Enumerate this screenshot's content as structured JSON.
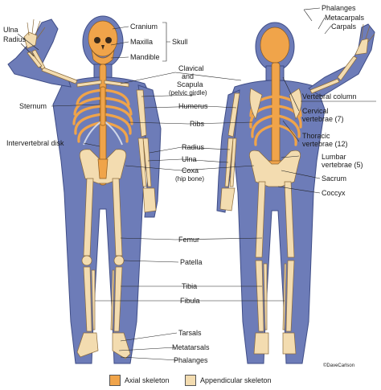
{
  "labels": {
    "ulna_l": "Ulna",
    "radius_l": "Radius",
    "cranium": "Cranium",
    "maxilla": "Maxilla",
    "mandible": "Mandible",
    "skull": "Skull",
    "clavical": "Clavical",
    "and": "and",
    "scapula": "Scapula",
    "pelvic_girdle": "(pelvic girdle)",
    "sternum": "Sternum",
    "humerus": "Humerus",
    "ribs": "Ribs",
    "intervertebral": "Intervertebral disk",
    "radius_c": "Radius",
    "ulna_c": "Ulna",
    "coxa": "Coxa",
    "hip_bone": "(hip bone)",
    "femur": "Femur",
    "patella": "Patella",
    "tibia": "Tibia",
    "fibula": "Fibula",
    "tarsals": "Tarsals",
    "metatarsals": "Metatarsals",
    "phalanges_c": "Phalanges",
    "phalanges_t": "Phalanges",
    "metacarpals": "Metacarpals",
    "carpals": "Carpals",
    "vertebral_column": "Vertebral column",
    "cervical": "Cervical",
    "cervical_n": "vertebrae (7)",
    "thoracic": "Thoracic",
    "thoracic_n": "vertebrae (12)",
    "lumbar": "Lumbar",
    "lumbar_n": "vertebrae (5)",
    "sacrum": "Sacrum",
    "coccyx": "Coccyx",
    "credit": "©DaveCarlson"
  },
  "legend": {
    "axial": "Axial skeleton",
    "appendicular": "Appendicular skeleton"
  },
  "colors": {
    "axial": "#f0a44a",
    "appendicular": "#f3dcb0",
    "body": "#6d7cb8"
  }
}
